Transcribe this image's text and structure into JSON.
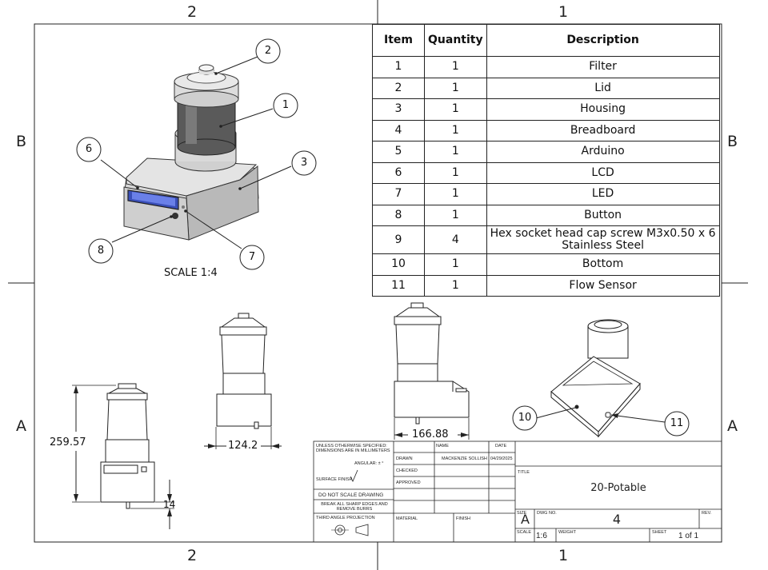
{
  "zones": {
    "top": [
      "2",
      "1"
    ],
    "bottom": [
      "2",
      "1"
    ],
    "left": [
      "B",
      "A"
    ],
    "right": [
      "B",
      "A"
    ]
  },
  "bom": {
    "headers": [
      "Item",
      "Quantity",
      "Description"
    ],
    "rows": [
      {
        "item": "1",
        "qty": "1",
        "desc": "Filter"
      },
      {
        "item": "2",
        "qty": "1",
        "desc": "Lid"
      },
      {
        "item": "3",
        "qty": "1",
        "desc": "Housing"
      },
      {
        "item": "4",
        "qty": "1",
        "desc": "Breadboard"
      },
      {
        "item": "5",
        "qty": "1",
        "desc": "Arduino"
      },
      {
        "item": "6",
        "qty": "1",
        "desc": "LCD"
      },
      {
        "item": "7",
        "qty": "1",
        "desc": "LED"
      },
      {
        "item": "8",
        "qty": "1",
        "desc": "Button"
      },
      {
        "item": "9",
        "qty": "4",
        "desc": "Hex socket head cap screw M3x0.50 x 6 Stainless Steel"
      },
      {
        "item": "10",
        "qty": "1",
        "desc": "Bottom"
      },
      {
        "item": "11",
        "qty": "1",
        "desc": "Flow Sensor"
      }
    ]
  },
  "iso_view": {
    "scale_label": "SCALE 1:4",
    "balloons": [
      "1",
      "2",
      "3",
      "6",
      "7",
      "8"
    ]
  },
  "bottom_view": {
    "balloons": [
      "10",
      "11"
    ]
  },
  "dimensions": {
    "height": "259.57",
    "foot": "14",
    "width_front": "124.2",
    "width_side": "166.88"
  },
  "title_block": {
    "unless_note": "UNLESS OTHERWISE SPECIFIED:",
    "dims_note": "DIMENSIONS ARE IN MILLIMETERS",
    "angular": "ANGULAR: ± °",
    "surface_finish": "SURFACE FINISH",
    "do_not_scale": "DO NOT SCALE DRAWING",
    "break_edges": "BREAK ALL SHARP EDGES AND REMOVE BURRS",
    "projection": "THIRD ANGLE PROJECTION",
    "name_col": "NAME",
    "date_col": "DATE",
    "drawn": "DRAWN",
    "drawn_name": "MACKENZIE SOLLISH",
    "drawn_date": "04/29/2025",
    "checked": "CHECKED",
    "approved": "APPROVED",
    "material": "MATERIAL",
    "finish": "FINISH",
    "title_label": "TITLE",
    "title": "20-Potable",
    "size_label": "SIZE",
    "size": "A",
    "dwg_label": "DWG NO.",
    "dwg_no": "4",
    "rev_label": "REV.",
    "scale_label": "SCALE",
    "scale": "1:6",
    "weight_label": "WEIGHT",
    "sheet_label": "SHEET",
    "sheet": "1 of 1"
  }
}
